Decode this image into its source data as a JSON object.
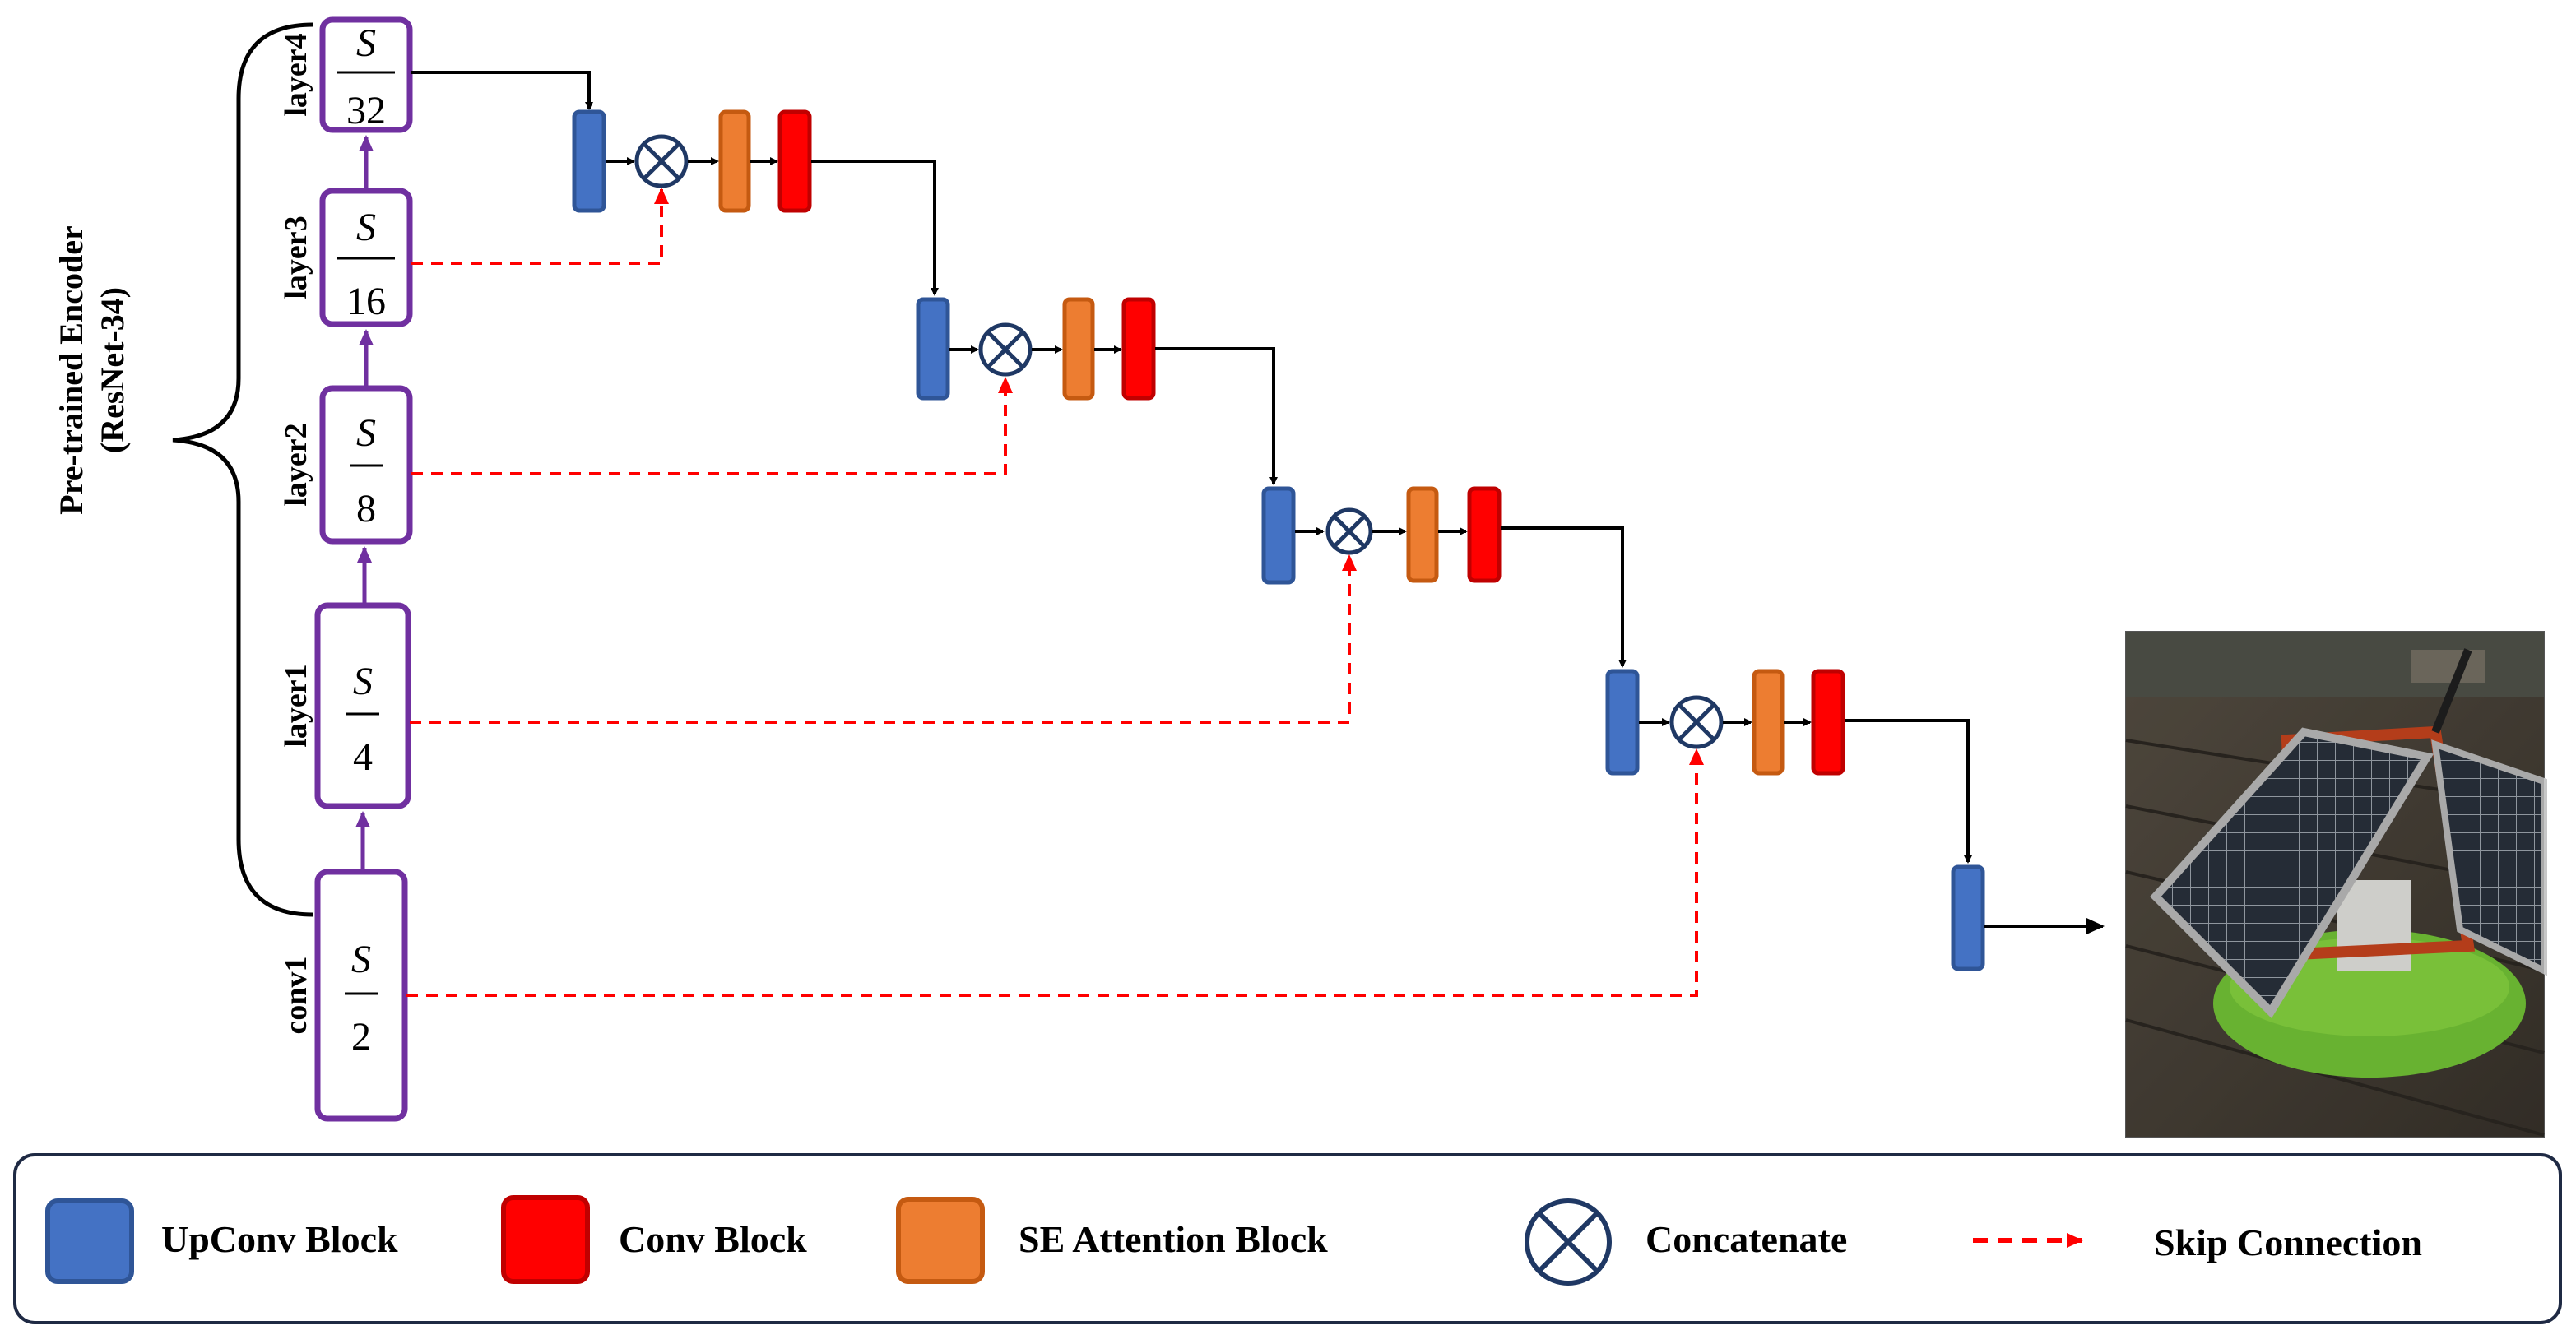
{
  "encoder": {
    "title_line1": "Pre-trained Encoder",
    "title_line2": "(ResNet-34)",
    "stages": [
      {
        "layer": "layer4",
        "numerator": "S",
        "denominator": "32"
      },
      {
        "layer": "layer3",
        "numerator": "S",
        "denominator": "16"
      },
      {
        "layer": "layer2",
        "numerator": "S",
        "denominator": "8"
      },
      {
        "layer": "layer1",
        "numerator": "S",
        "denominator": "4"
      },
      {
        "layer": "conv1",
        "numerator": "S",
        "denominator": "2"
      }
    ]
  },
  "colors": {
    "upconv": "#4472c4",
    "conv": "#ff0000",
    "se_attention": "#ed7d31",
    "encoder_border": "#7030a0",
    "skip": "#ff0000",
    "concat": "#1f3864"
  },
  "legend": {
    "upconv": "UpConv Block",
    "conv": "Conv Block",
    "se_attention": "SE Attention Block",
    "concatenate": "Concatenate",
    "skip": "Skip Connection"
  },
  "output_image": {
    "description_icon": "solar-panel-buoy-photo"
  }
}
